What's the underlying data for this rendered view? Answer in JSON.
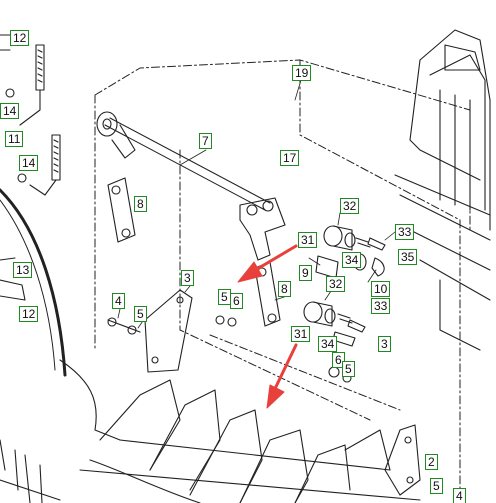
{
  "diagram": {
    "callouts": [
      {
        "id": "c12a",
        "label": "12"
      },
      {
        "id": "c14a",
        "label": "14"
      },
      {
        "id": "c11",
        "label": "11"
      },
      {
        "id": "c14b",
        "label": "14"
      },
      {
        "id": "c19",
        "label": "19"
      },
      {
        "id": "c7",
        "label": "7"
      },
      {
        "id": "c17",
        "label": "17"
      },
      {
        "id": "c8a",
        "label": "8"
      },
      {
        "id": "c32a",
        "label": "32"
      },
      {
        "id": "c31a",
        "label": "31"
      },
      {
        "id": "c33a",
        "label": "33"
      },
      {
        "id": "c9",
        "label": "9"
      },
      {
        "id": "c34a",
        "label": "34"
      },
      {
        "id": "c35",
        "label": "35"
      },
      {
        "id": "c13",
        "label": "13"
      },
      {
        "id": "c12b",
        "label": "12"
      },
      {
        "id": "c3a",
        "label": "3"
      },
      {
        "id": "c8b",
        "label": "8"
      },
      {
        "id": "c32b",
        "label": "32"
      },
      {
        "id": "c10",
        "label": "10"
      },
      {
        "id": "c4a",
        "label": "4"
      },
      {
        "id": "c5a",
        "label": "5"
      },
      {
        "id": "c6a",
        "label": "6"
      },
      {
        "id": "c5b",
        "label": "5"
      },
      {
        "id": "c33b",
        "label": "33"
      },
      {
        "id": "c31b",
        "label": "31"
      },
      {
        "id": "c34b",
        "label": "34"
      },
      {
        "id": "c3b",
        "label": "3"
      },
      {
        "id": "c6b",
        "label": "6"
      },
      {
        "id": "c5c",
        "label": "5"
      },
      {
        "id": "c2",
        "label": "2"
      },
      {
        "id": "c5d",
        "label": "5"
      },
      {
        "id": "c4b",
        "label": "4"
      }
    ],
    "colors": {
      "line": "#222222",
      "callout_border": "#1f8a1f",
      "arrow": "#e8403a"
    }
  }
}
